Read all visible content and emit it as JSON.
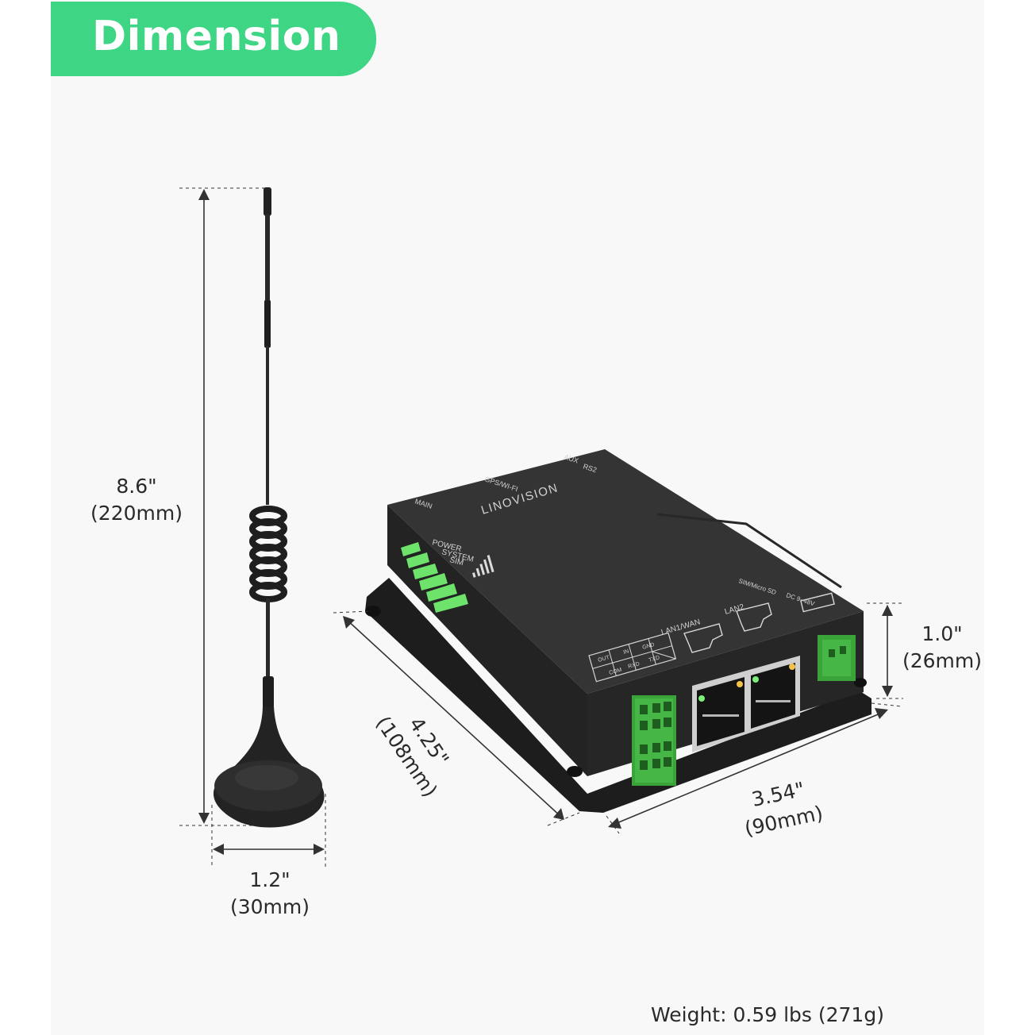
{
  "header": {
    "title": "Dimension"
  },
  "colors": {
    "accent": "#3ed585",
    "device": "#2b2b2b",
    "terminal": "#3aa43a"
  },
  "antenna": {
    "height": {
      "inches": "8.6\"",
      "mm": "(220mm)"
    },
    "base": {
      "inches": "1.2\"",
      "mm": "(30mm)"
    }
  },
  "device": {
    "brand": "LINOVISION",
    "labels": {
      "main": "MAIN",
      "gps": "GPS/WI-FI",
      "aux": "AUX",
      "rs": "RS2",
      "power": "POWER",
      "system": "SYSTEM",
      "sim": "SIM",
      "simsd": "SIM/Micro SD",
      "dc": "DC 9~48V",
      "lan1": "LAN1/WAN",
      "lan2": "LAN2",
      "out": "OUT",
      "in": "IN",
      "gnd": "GND",
      "com": "COM",
      "rxd": "RXD",
      "txd": "TXD"
    },
    "depth": {
      "inches": "4.25\"",
      "mm": "(108mm)"
    },
    "width": {
      "inches": "3.54\"",
      "mm": "(90mm)"
    },
    "thickness": {
      "inches": "1.0\"",
      "mm": "(26mm)"
    }
  },
  "weight": "Weight: 0.59 lbs (271g)"
}
